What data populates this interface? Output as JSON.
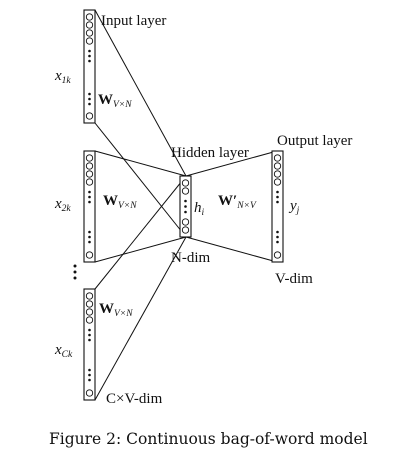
{
  "labels": {
    "input_layer": "Input layer",
    "hidden_layer": "Hidden layer",
    "output_layer": "Output layer",
    "n_dim": "N-dim",
    "v_dim": "V-dim",
    "cv_dim": "C×V-dim",
    "hidden_var": "h",
    "hidden_var_sub": "i",
    "output_var": "y",
    "output_var_sub": "j"
  },
  "inputs": [
    {
      "var": "x",
      "sub": "1k",
      "weight": "W",
      "weight_sub": "V×N"
    },
    {
      "var": "x",
      "sub": "2k",
      "weight": "W",
      "weight_sub": "V×N"
    },
    {
      "var": "x",
      "sub": "Ck",
      "weight": "W",
      "weight_sub": "V×N"
    }
  ],
  "output_weight": {
    "name": "W′",
    "sub": "N×V"
  },
  "caption": "Figure 2: Continuous bag-of-word model"
}
